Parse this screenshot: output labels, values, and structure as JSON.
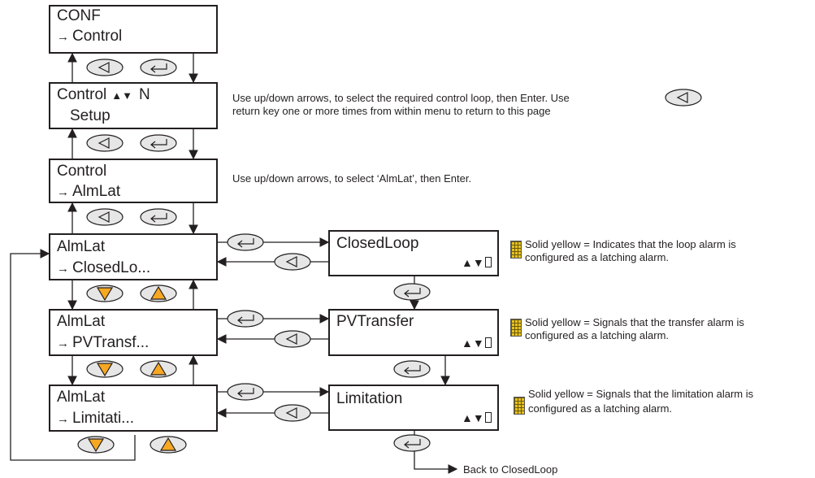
{
  "screens": {
    "conf": {
      "line1": "CONF",
      "line2": "Control"
    },
    "control_setup": {
      "line1": "Control",
      "line1_suffix": "N",
      "line2": "Setup"
    },
    "control_almlat": {
      "line1": "Control",
      "line2": "AlmLat"
    },
    "almlat_closed": {
      "line1": "AlmLat",
      "line2": "ClosedLo..."
    },
    "almlat_pvtransf": {
      "line1": "AlmLat",
      "line2": "PVTransf..."
    },
    "almlat_limitati": {
      "line1": "AlmLat",
      "line2": "Limitati..."
    },
    "closedloop": {
      "title": "ClosedLoop"
    },
    "pvtransfer": {
      "title": "PVTransfer"
    },
    "limitation": {
      "title": "Limitation"
    }
  },
  "notes": {
    "control_setup_1": "Use up/down arrows, to select the required control loop, then Enter. Use",
    "control_setup_2": "return key one or more times from within menu to return to this page",
    "almlat_select": "Use up/down arrows, to select ‘AlmLat’, then Enter.",
    "closedloop_1": "Solid yellow = Indicates that the loop alarm is",
    "closedloop_2": "configured as a latching alarm.",
    "pvtransfer_1": "Solid yellow = Signals that the transfer alarm is",
    "pvtransfer_2": "configured as a latching alarm.",
    "limitation_1": "Solid yellow = Signals that the limitation alarm is",
    "limitation_2": "configured as a latching alarm.",
    "back": "Back to ClosedLoop"
  },
  "icons": {
    "back_button": "back-arrow-icon",
    "enter_button": "enter-arrow-icon",
    "down_button": "down-triangle-icon",
    "up_button": "up-triangle-icon",
    "updown_indicator": "up-down-icon",
    "latch_swatch": "yellow-latch-icon"
  },
  "colors": {
    "line": "#231f20",
    "button_fill": "#e6e6e6",
    "triangle_fill": "#f7a823",
    "latch_yellow": "#e8c21c"
  }
}
